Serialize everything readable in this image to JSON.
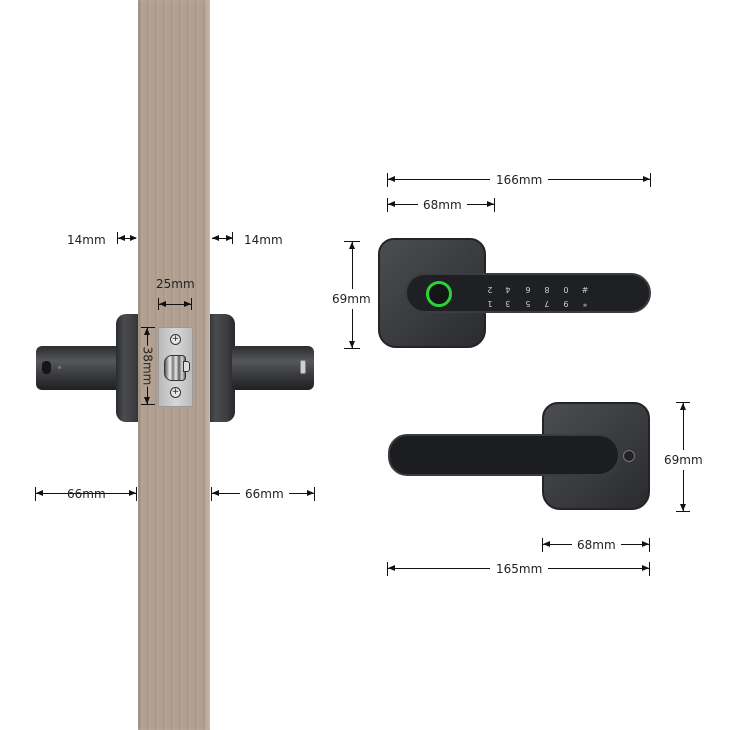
{
  "door_diagram": {
    "door_thickness_left": "14mm",
    "door_thickness_right": "14mm",
    "backset": "25mm",
    "latch_height": "38mm",
    "handle_left_length": "66mm",
    "handle_right_length": "66mm"
  },
  "front_view": {
    "overall_width": "166mm",
    "rose_width": "68mm",
    "rose_height": "69mm",
    "keypad_top_row": [
      "2",
      "4",
      "6",
      "8",
      "0",
      "#"
    ],
    "keypad_bottom_row": [
      "1",
      "3",
      "5",
      "7",
      "9",
      "*"
    ],
    "fingerprint_ring_color": "#2fd03a"
  },
  "back_view": {
    "overall_width": "165mm",
    "rose_width": "68mm",
    "rose_height": "69mm"
  },
  "colors": {
    "door_wood": "#b0a090",
    "lock_body": "#2c2d30",
    "dimension_lines": "#111111"
  }
}
